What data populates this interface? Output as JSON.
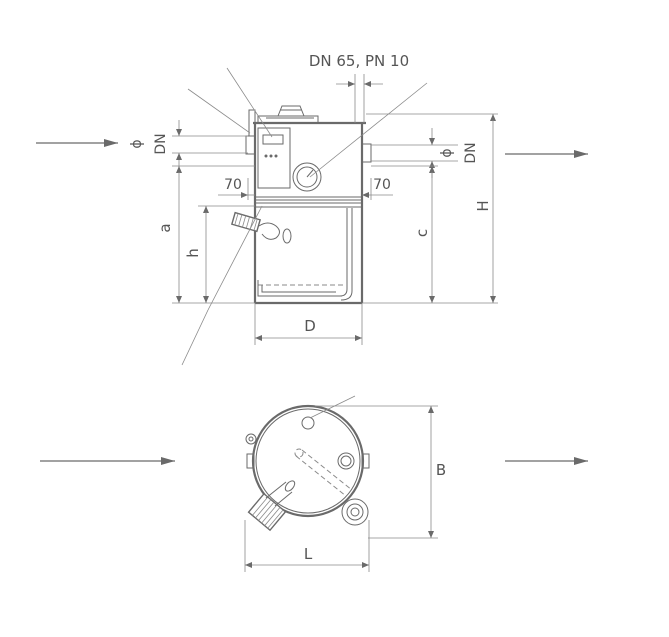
{
  "labels": {
    "nozzle": "DN 65, PN 10",
    "inlet_phi": "ϕ",
    "inlet_dn": "DN",
    "outlet_phi": "ϕ",
    "outlet_dn": "DN",
    "left_offset": "70",
    "right_offset": "70",
    "dim_a": "a",
    "dim_h": "h",
    "dim_c": "c",
    "dim_H": "H",
    "dim_D": "D",
    "dim_B": "B",
    "dim_L": "L"
  },
  "colors": {
    "line": "#6a6a6a",
    "text": "#555555",
    "background": "#ffffff"
  }
}
